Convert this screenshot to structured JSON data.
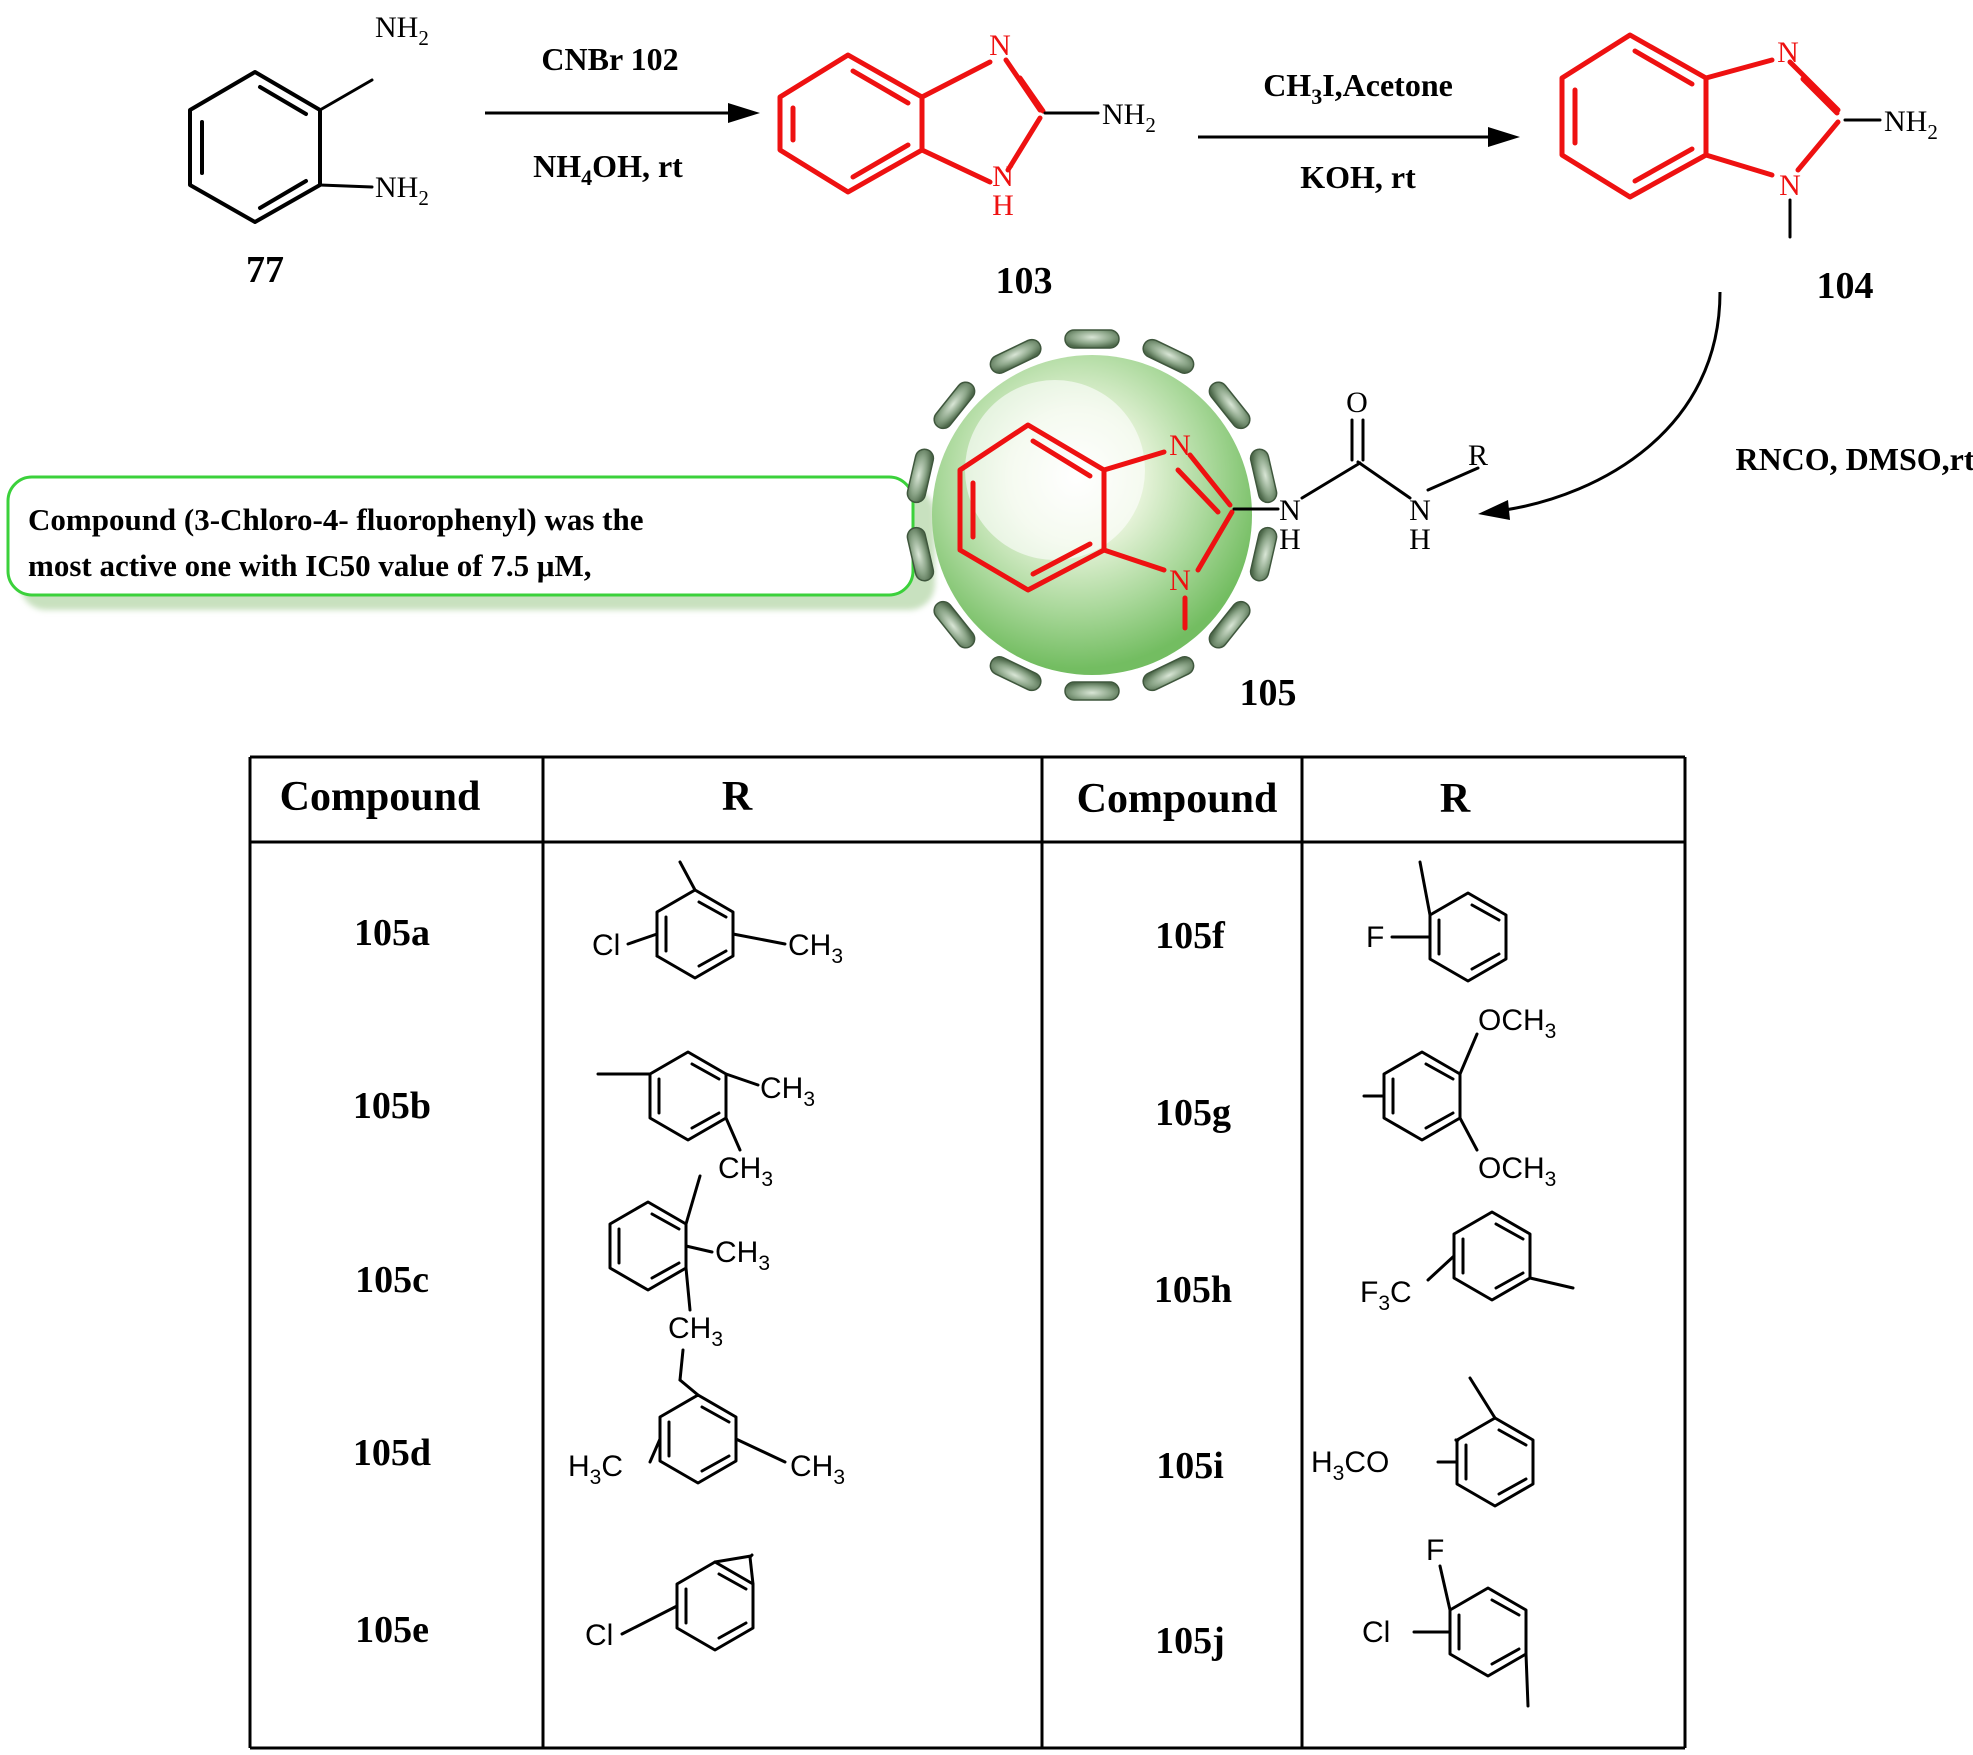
{
  "compounds": {
    "start": {
      "number": "77",
      "nh2_top": "NH",
      "nh2_bottom": "NH",
      "sub2": "2"
    },
    "c103": {
      "number": "103",
      "n_top": "N",
      "n_bottom": "N",
      "h_bottom": "H",
      "nh2": "NH",
      "sub2": "2"
    },
    "c104": {
      "number": "104",
      "n_top": "N",
      "n_bottom": "N",
      "nh2": "NH",
      "sub2": "2"
    },
    "c105": {
      "number": "105",
      "n_top": "N",
      "n_bottom": "N",
      "o": "O",
      "nh1_n": "N",
      "nh1_h": "H",
      "nh2_n": "N",
      "nh2_h": "H",
      "r": "R"
    }
  },
  "reactions": {
    "step1": {
      "above": "CNBr 102",
      "below_pre": "NH",
      "below_sub": "4",
      "below_post": "OH, rt"
    },
    "step2": {
      "above_pre": "CH",
      "above_sub": "3",
      "above_post": "I,Acetone",
      "below": "KOH, rt"
    },
    "step3": {
      "label": "RNCO, DMSO,rt"
    }
  },
  "callout": {
    "line1": "Compound  (3-Chloro-4- fluorophenyl) was the",
    "line2": "most active one with IC50 value of 7.5 μM,"
  },
  "table": {
    "headers": [
      "Compound",
      "R",
      "Compound",
      "R"
    ],
    "left_compounds": [
      "105a",
      "105b",
      "105c",
      "105d",
      "105e"
    ],
    "right_compounds": [
      "105f",
      "105g",
      "105h",
      "105i",
      "105j"
    ],
    "substituent_labels": {
      "a_cl": "Cl",
      "a_ch": "CH",
      "a_3": "3",
      "b_ch_1": "CH",
      "b_3_1": "3",
      "b_ch_2": "CH",
      "b_3_2": "3",
      "c_ch_1": "CH",
      "c_3_1": "3",
      "c_ch_2": "CH",
      "c_3_2": "3",
      "d_h": "H",
      "d_3a": "3",
      "d_c": "C",
      "d_ch": "CH",
      "d_3b": "3",
      "e_cl": "Cl",
      "f_f": "F",
      "g_och_1": "OCH",
      "g_3_1": "3",
      "g_och_2": "OCH",
      "g_3_2": "3",
      "h_f": "F",
      "h_3": "3",
      "h_c": "C",
      "i_h": "H",
      "i_3": "3",
      "i_co": "CO",
      "j_f": "F",
      "j_cl": "Cl"
    }
  },
  "colors": {
    "accent_red": "#ee1111",
    "callout_border": "#3bd13b",
    "sphere_green": "#8fd07a"
  }
}
